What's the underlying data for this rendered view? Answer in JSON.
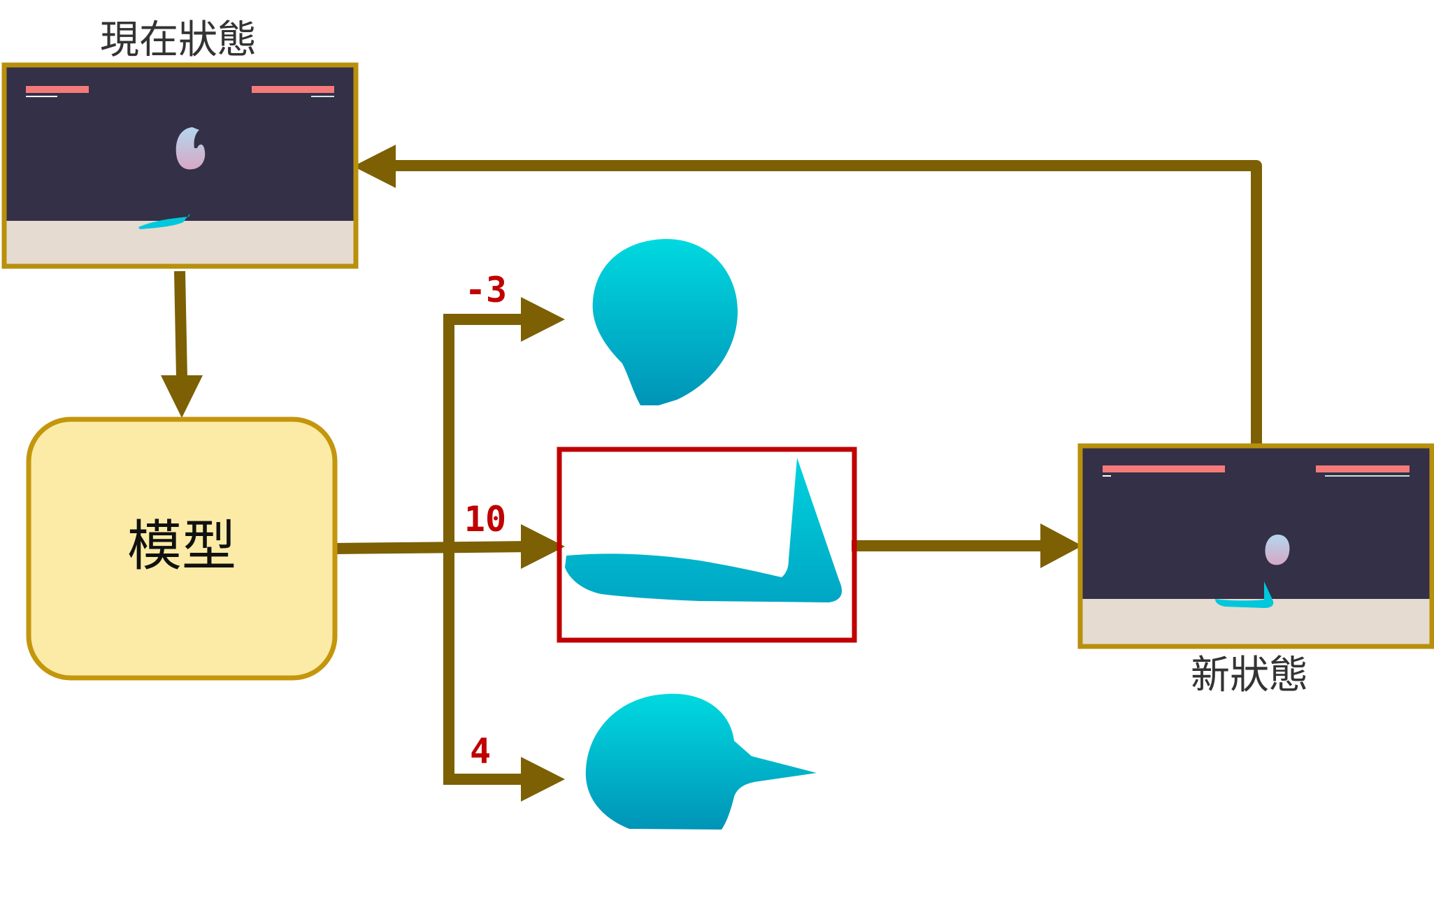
{
  "labels": {
    "current_state": "現在狀態",
    "new_state": "新狀態",
    "model": "模型"
  },
  "actions": [
    {
      "score": "-3",
      "pose": "ball"
    },
    {
      "score": "10",
      "pose": "stretched",
      "selected": true
    },
    {
      "score": "4",
      "pose": "tail"
    }
  ],
  "colors": {
    "arrow": "#7c6003",
    "frame_border": "#b8900c",
    "model_fill": "#fcebA6",
    "model_border": "#c4960c",
    "selection": "#c00000",
    "score_text": "#c00000",
    "screen_bg": "#333047",
    "floor": "#e6dbd0",
    "health_bar": "#f47a7a",
    "creature": "#00c8dc"
  }
}
